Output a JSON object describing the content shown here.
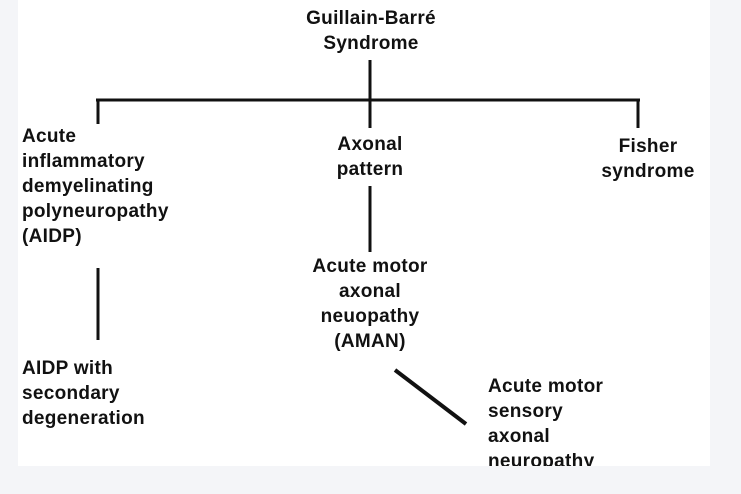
{
  "diagram": {
    "root": "Guillain-Barré\nSyndrome",
    "branches": {
      "aidp": "Acute\ninflammatory\ndemyelinating\npolyneuropathy\n(AIDP)",
      "axonal": "Axonal\npattern",
      "fisher": "Fisher\nsyndrome"
    },
    "children": {
      "aidp_secondary": "AIDP with\nsecondary\ndegeneration",
      "aman": "Acute motor\naxonal\nneuopathy\n(AMAN)",
      "amsan": "Acute motor\nsensory\naxonal\nneuropathy\n(AMSAN)"
    },
    "colors": {
      "ink": "#111111",
      "background": "#ffffff",
      "margin": "#f4f5f8"
    }
  }
}
